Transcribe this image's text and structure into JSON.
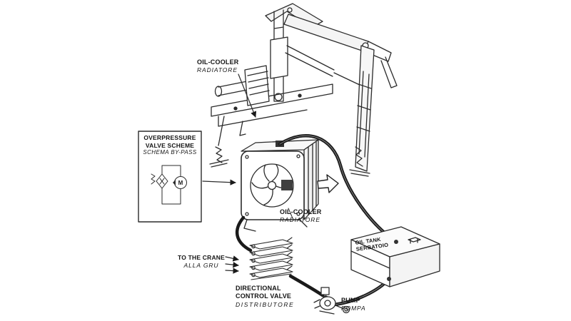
{
  "colors": {
    "background": "#ffffff",
    "ink": "#2b2b2b",
    "hose": "#1a1a1a"
  },
  "labels": {
    "oil_cooler_top": {
      "title": "OIL-COOLER",
      "subtitle": "RADIATORE"
    },
    "overpressure_scheme": {
      "title_line1": "OVERPRESSURE",
      "title_line2": "VALVE SCHEME",
      "subtitle": "SCHEMA BY-PASS",
      "motor_symbol": "M"
    },
    "oil_cooler_main": {
      "title": "OIL-COOLER",
      "subtitle": "RADIATORE"
    },
    "oil_tank": {
      "title": "OIL TANK",
      "subtitle": "SERBATOIO"
    },
    "to_the_crane": {
      "title": "TO THE CRANE",
      "subtitle": "ALLA GRU"
    },
    "directional_control_valve": {
      "title_line1": "DIRECTIONAL",
      "title_line2": "CONTROL VALVE",
      "subtitle": "DISTRIBUTORE"
    },
    "pump": {
      "title": "PUMP",
      "subtitle": "POMPA"
    }
  }
}
